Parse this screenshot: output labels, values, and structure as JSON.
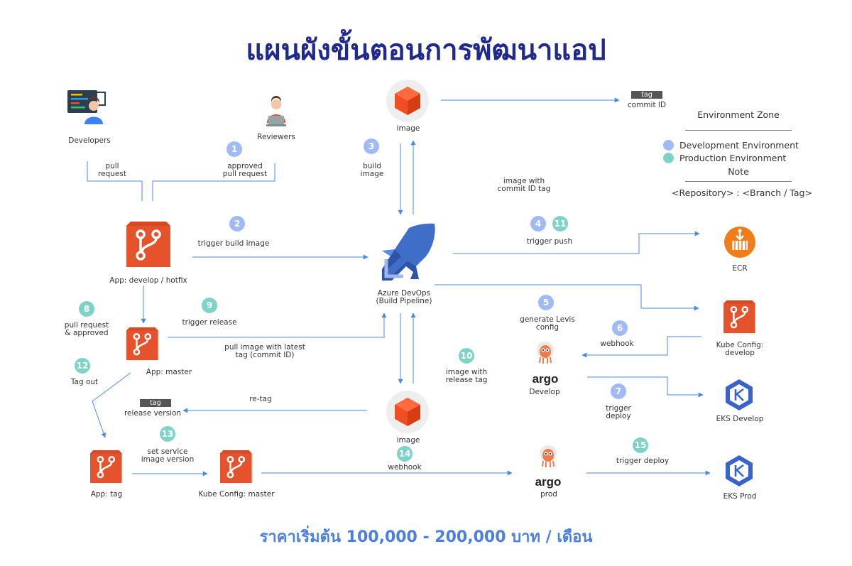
{
  "title": "แผนผังขั้นตอนการพัฒนาแอป",
  "footer": "ราคาเริ่มต้น 100,000 - 200,000 บาท / เดือน",
  "colors": {
    "dev": "#9fbaf7",
    "prod": "#7fd3c6",
    "arrow": "#4a8ae6",
    "git": "#e5532d",
    "title": "#1f2a8c",
    "footer": "#4a7fe0"
  },
  "nodes": {
    "developers": "Developers",
    "reviewers": "Reviewers",
    "image_top": "image",
    "commit_tag": "tag",
    "commit_id": "commit ID",
    "app_develop": "App: develop / hotfix",
    "azure": "Azure DevOps",
    "azure_sub": "(Build Pipeline)",
    "ecr": "ECR",
    "kube_develop": "Kube Config:",
    "kube_develop_sub": "develop",
    "app_master": "App: master",
    "argo_develop": "Develop",
    "eks_develop": "EKS Develop",
    "release_tag": "tag",
    "release_version": "release version",
    "image_bottom": "image",
    "app_tag": "App: tag",
    "kube_master": "Kube Config: master",
    "argo_prod": "prod",
    "eks_prod": "EKS Prod",
    "argo_word": "argo"
  },
  "labels": {
    "pull_request_1": "pull",
    "pull_request_2": "request",
    "approved_1": "approved",
    "approved_2": "pull request",
    "build_1": "build",
    "build_2": "image",
    "trigger_build": "trigger build image",
    "image_commit_1": "image with",
    "image_commit_2": "commit ID tag",
    "trigger_push": "trigger push",
    "generate_1": "generate Levis",
    "generate_2": "config",
    "webhook6": "webhook",
    "trigger_deploy_1": "trigger",
    "trigger_deploy_2": "deploy",
    "trigger_release": "trigger release",
    "pull_latest_1": "pull image with latest",
    "pull_latest_2": "tag (commit ID)",
    "pr_approved_1": "pull request",
    "pr_approved_2": "& approved",
    "tag_out": "Tag out",
    "image_release_1": "image with",
    "image_release_2": "release tag",
    "retag": "re-tag",
    "set_service_1": "set service",
    "set_service_2": "image version",
    "webhook14": "webhook",
    "trigger_deploy15": "trigger deploy"
  },
  "badges": {
    "b1": "1",
    "b2": "2",
    "b3": "3",
    "b4": "4",
    "b11": "11",
    "b5": "5",
    "b6": "6",
    "b7": "7",
    "b8": "8",
    "b9": "9",
    "b10": "10",
    "b12": "12",
    "b13": "13",
    "b14": "14",
    "b15": "15"
  },
  "legend": {
    "title": "Environment Zone",
    "dev": "Development Environment",
    "prod": "Production Environment",
    "note": "Note",
    "format": "<Repository> : <Branch / Tag>"
  }
}
